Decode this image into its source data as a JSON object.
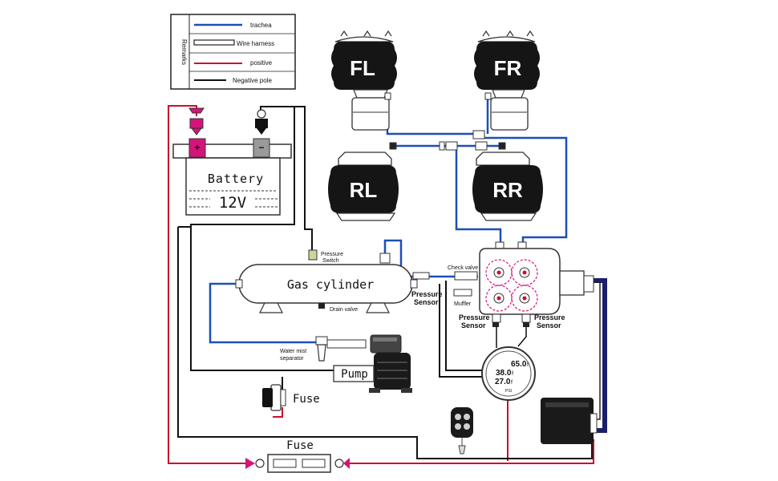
{
  "legend": {
    "title": "Remarks",
    "items": [
      {
        "label": "trachea",
        "color": "#1c4fb8",
        "style": "line"
      },
      {
        "label": "Wire harness",
        "color": "#111111",
        "style": "box"
      },
      {
        "label": "positive",
        "color": "#c8102e",
        "style": "line"
      },
      {
        "label": "Negative pole",
        "color": "#111111",
        "style": "line"
      }
    ]
  },
  "airbags": {
    "front_left": "FL",
    "front_right": "FR",
    "rear_left": "RL",
    "rear_right": "RR"
  },
  "battery": {
    "label": "Battery",
    "voltage": "12V",
    "positive_mark": "+",
    "negative_mark": "−"
  },
  "tank": {
    "label": "Gas cylinder",
    "pressure_switch": [
      "Pressure",
      "Switch"
    ],
    "drain_valve": "Drain valve"
  },
  "separator": [
    "Water mist",
    "separator"
  ],
  "pump": {
    "label": "Pump"
  },
  "fuses": {
    "inline_label": "Fuse",
    "main_label": "Fuse"
  },
  "sensors": {
    "tank_sensor": [
      "Pressure",
      "Sensor"
    ],
    "left_sensor": [
      "Pressure",
      "Sensor"
    ],
    "right_sensor": [
      "Pressure",
      "Sensor"
    ]
  },
  "manifold": {
    "check_valve": "Check valve",
    "muffler": "Muffler"
  },
  "gauge": {
    "readings": [
      "65.0",
      "38.0",
      "27.0"
    ],
    "unit_mark": "f",
    "unit": "PSI"
  },
  "colors": {
    "air": "#1c4fb8",
    "positive": "#c8102e",
    "negative": "#111111",
    "harness": "#1b1f6b",
    "accent": "#d4147a"
  }
}
